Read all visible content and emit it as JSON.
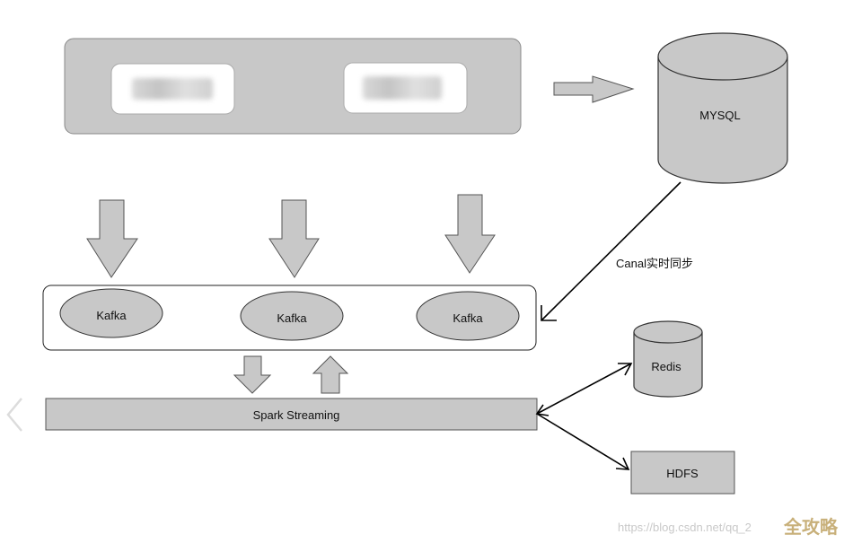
{
  "nodes": {
    "mysql": "MYSQL",
    "kafka": [
      "Kafka",
      "Kafka",
      "Kafka"
    ],
    "spark": "Spark Streaming",
    "redis": "Redis",
    "hdfs": "HDFS"
  },
  "edges": {
    "canal": "Canal实时同步"
  },
  "watermark": {
    "url": "https://blog.csdn.net/qq_2",
    "brand": "全攻略"
  },
  "colors": {
    "fill": "#c8c8c8",
    "stroke": "#555555",
    "line": "#000000"
  }
}
